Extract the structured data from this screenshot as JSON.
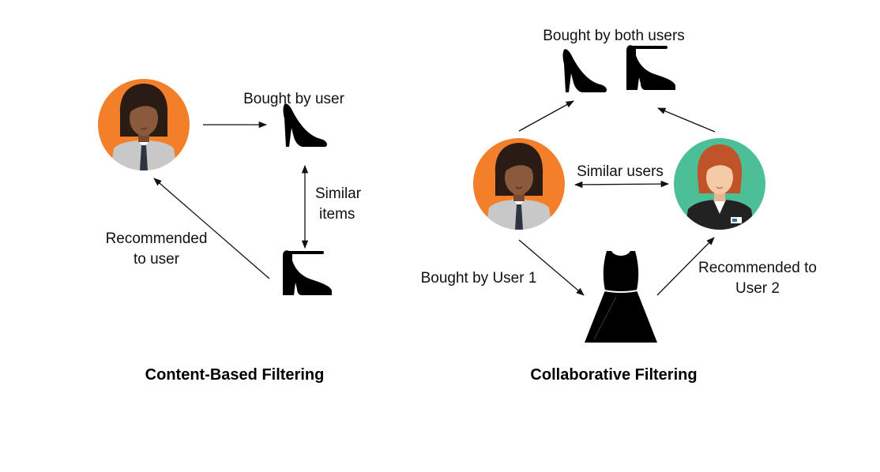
{
  "content_based": {
    "title": "Content-Based Filtering",
    "bought_label": "Bought by user",
    "similar_items_line1": "Similar",
    "similar_items_line2": "items",
    "recommended_line1": "Recommended",
    "recommended_line2": "to user"
  },
  "collaborative": {
    "title": "Collaborative Filtering",
    "bought_both_label": "Bought by both users",
    "similar_users_label": "Similar users",
    "bought_user1_label": "Bought by User 1",
    "recommended_line1": "Recommended to",
    "recommended_line2": "User 2"
  },
  "colors": {
    "user_orange": "#F47F2A",
    "user_green": "#4CBF96",
    "skin": "#8B5A3C",
    "skin_light": "#F5CBA7",
    "hair_dark": "#2A1B14",
    "hair_red": "#C0532A",
    "shirt_grey": "#C8C8C8",
    "item_black": "#000000"
  }
}
